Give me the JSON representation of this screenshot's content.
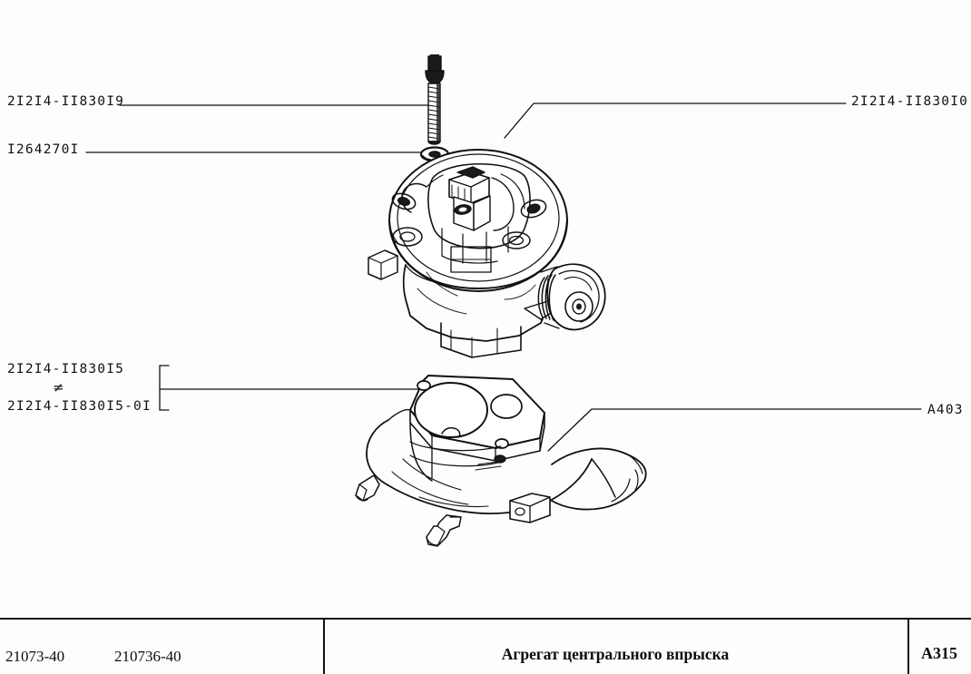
{
  "page": {
    "background_color": "#fdfefb",
    "line_color": "#111111"
  },
  "callouts": [
    {
      "id": "bolt",
      "code": "2I2I4-II830I9",
      "side": "left",
      "part": "mounting-bolt"
    },
    {
      "id": "washer",
      "code": "I264270I",
      "side": "left",
      "part": "washer"
    },
    {
      "id": "throttle-body",
      "code": "2I2I4-II830I0",
      "side": "right",
      "part": "central-injection-unit"
    },
    {
      "id": "gasket-a",
      "code": "2I2I4-II830I5",
      "side": "left",
      "part": "gasket"
    },
    {
      "id": "gasket-b",
      "code": "2I2I4-II830I5-0I",
      "side": "left",
      "part": "gasket-variant"
    },
    {
      "id": "manifold",
      "code": "A403",
      "side": "right",
      "part": "intake-manifold"
    }
  ],
  "not_equal_symbol": "≠",
  "footer": {
    "code_left": "21073-40",
    "code_right": "210736-40",
    "title": "Агрегат центрального впрыска",
    "page_code": "A315"
  }
}
